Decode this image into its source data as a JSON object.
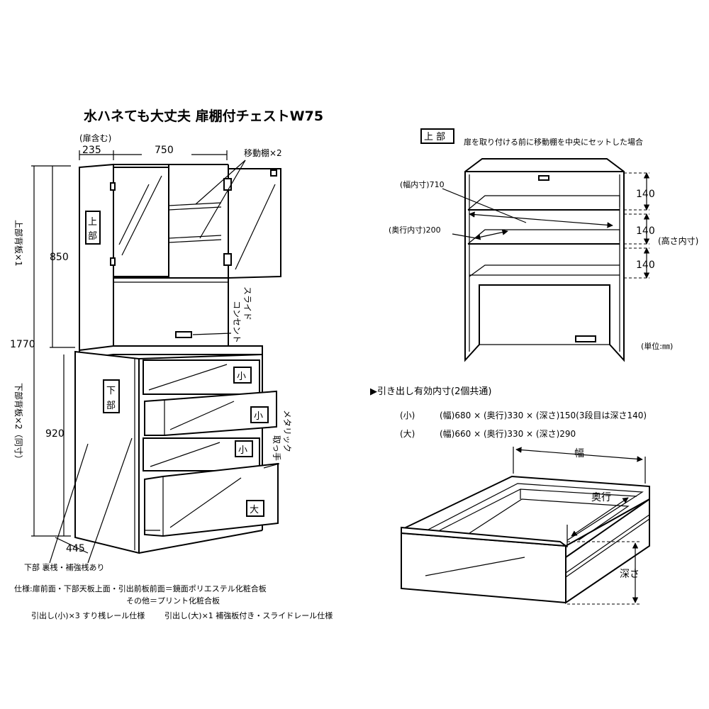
{
  "title": "水ハネても大丈夫 扉棚付チェストW75",
  "left": {
    "door_note": "(扉含む)",
    "dim_depth_top": "235",
    "dim_width": "750",
    "movable_shelf": "移動棚×2",
    "upper_back_panel": "上部背板×1",
    "upper_label": [
      "上",
      "部"
    ],
    "dim_upper_height": "850",
    "slide_outlet": [
      "スライド",
      "コンセント"
    ],
    "dim_total_height": "1770",
    "lower_label": [
      "下",
      "部"
    ],
    "lower_back_panel": "下部背板×2（同寸）",
    "dim_lower_height": "920",
    "metallic_handle": [
      "メタリック",
      "取っ手"
    ],
    "drawer_small": "小",
    "drawer_large": "大",
    "dim_depth_bottom": "445",
    "lower_back_note": "下部 裏桟・補強桟あり"
  },
  "spec": {
    "line1": "仕様:扉前面・下部天板上面・引出前板前面＝鏡面ポリエステル化粧合板",
    "line2": "その他＝プリント化粧合板",
    "line3a": "引出し(小)×3 すり桟レール仕様",
    "line3b": "引出し(大)×1 補強板付き・スライドレール仕様"
  },
  "upper_diagram": {
    "section_label": "上 部",
    "caption": "扉を取り付ける前に移動棚を中央にセットした場合",
    "inner_width": "(幅内寸)710",
    "inner_depth": "(奥行内寸)200",
    "heights": [
      "140",
      "140",
      "140"
    ],
    "inner_height_label": "(高さ内寸)",
    "unit": "(単位:㎜)"
  },
  "drawer_info": {
    "heading": "▶引き出し有効内寸(2個共通)",
    "small_label": "(小)",
    "small_dims": "(幅)680 × (奥行)330 × (深さ)150(3段目は深さ140)",
    "large_label": "(大)",
    "large_dims": "(幅)660 × (奥行)330 × (深さ)290",
    "width_label": "幅",
    "depth_label": "奥行",
    "height_label": "深さ"
  }
}
